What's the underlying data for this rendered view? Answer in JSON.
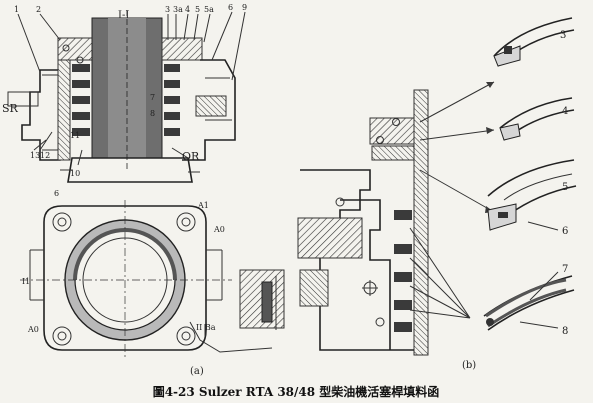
{
  "figure": {
    "caption": "圖4-23 Sulzer RTA 38/48 型柴油機活塞桿填料函",
    "sub_a": "(a)",
    "sub_b": "(b)",
    "section_label": "I-I",
    "side_labels": {
      "left": "SR",
      "right": "OR"
    },
    "top_numbers": [
      "1",
      "2",
      "3",
      "3a",
      "4",
      "5",
      "5a",
      "6",
      "9"
    ],
    "left_numbers": [
      "13",
      "12",
      "11",
      "10"
    ],
    "inner_numbers": [
      "7",
      "8"
    ],
    "plan_labels": {
      "bolt": "6",
      "a1": "A1",
      "a0_top": "A0",
      "a0_bottom": "A0",
      "i1": "I1",
      "ii_ba": "II Ba"
    },
    "detail_numbers": [
      "3",
      "4",
      "5",
      "6",
      "7",
      "8"
    ]
  }
}
